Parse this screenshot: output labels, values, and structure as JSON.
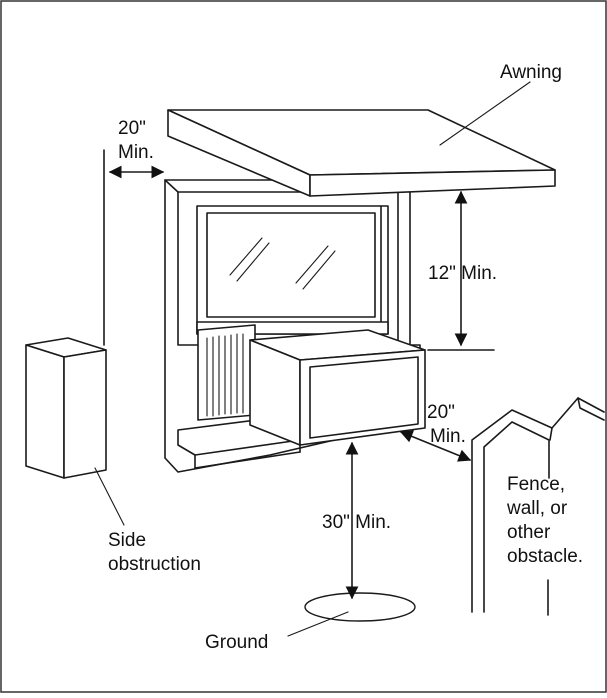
{
  "labels": {
    "awning": "Awning",
    "side_clear_value": "20\"",
    "side_clear_min": "Min.",
    "top_clear": "12\" Min.",
    "rear_clear_value": "20\"",
    "rear_clear_min": "Min.",
    "ground_clear": "30\" Min.",
    "side_obstruction_line1": "Side",
    "side_obstruction_line2": "obstruction",
    "fence_line1": "Fence,",
    "fence_line2": "wall, or",
    "fence_line3": "other",
    "fence_line4": "obstacle.",
    "ground": "Ground"
  }
}
